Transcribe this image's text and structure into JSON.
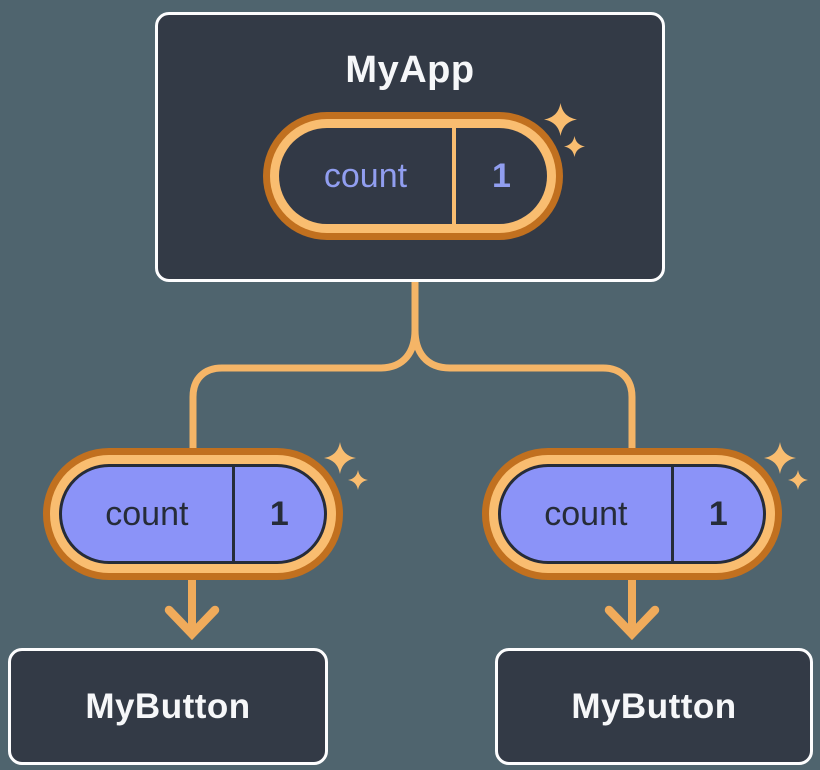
{
  "diagram_type": "react-component-tree",
  "colors": {
    "background": "#4f646e",
    "card_fill": "#333a46",
    "card_border": "#fdfdfe",
    "title_text": "#f6f7f9",
    "connector_orange": "#f5b567",
    "arrow_orange": "#f0ab5b",
    "ring_light_orange": "#f9bd70",
    "ring_dark_orange": "#c1701f",
    "state_pill_fill": "#323946",
    "state_pill_text": "#919ef0",
    "prop_pill_fill": "#8b93f8",
    "prop_pill_text": "#262c38"
  },
  "icons": {
    "sparkle": "four-point-star"
  },
  "tree": {
    "root": {
      "title": "MyApp",
      "pill": {
        "label": "count",
        "value": "1"
      }
    },
    "children": [
      {
        "title": "MyButton",
        "pill": {
          "label": "count",
          "value": "1"
        }
      },
      {
        "title": "MyButton",
        "pill": {
          "label": "count",
          "value": "1"
        }
      }
    ]
  }
}
